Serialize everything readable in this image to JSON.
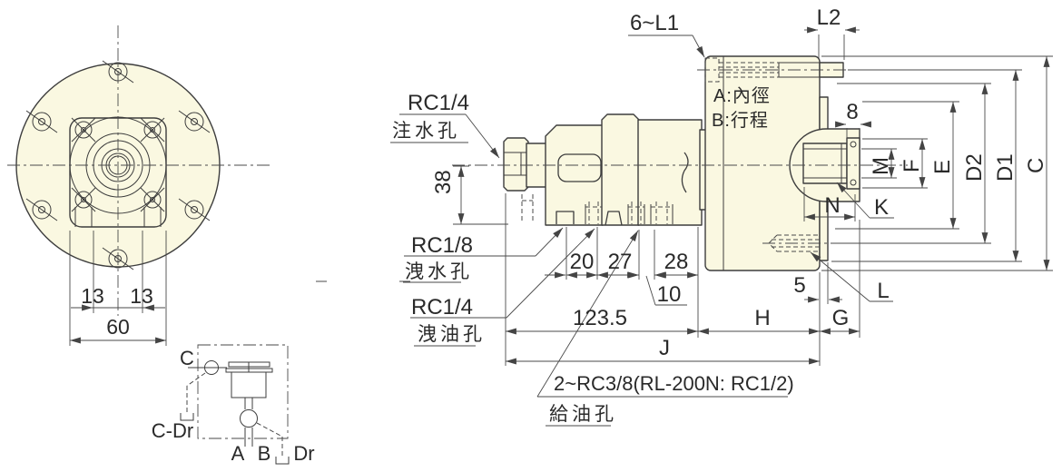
{
  "front_view": {
    "dim_13_left": "13",
    "dim_13_right": "13",
    "dim_60": "60"
  },
  "schematic": {
    "c": "C",
    "c_dr": "C-Dr",
    "a": "A",
    "b": "B",
    "dr": "Dr"
  },
  "side_view": {
    "ports": {
      "inject_spec": "RC1/4",
      "inject_name": "注水孔",
      "drain_water_spec": "RC1/8",
      "drain_water_name": "洩水孔",
      "drain_oil_spec": "RC1/4",
      "drain_oil_name": "洩油孔",
      "supply_spec": "2~RC3/8(RL-200N: RC1/2)",
      "supply_name": "給油孔",
      "bolt_spec": "6~L1"
    },
    "notes": {
      "bore": "A:內徑",
      "stroke": "B:行程"
    },
    "dims": {
      "v38": "38",
      "v20": "20",
      "v27": "27",
      "v28": "28",
      "v10": "10",
      "len": "123.5",
      "h": "H",
      "g": "G",
      "j": "J",
      "v5": "5",
      "l2": "L2",
      "v8": "8",
      "m": "M",
      "f": "F",
      "e": "E",
      "d2": "D2",
      "d1": "D1",
      "c": "C",
      "n": "N",
      "k": "K",
      "l": "L"
    }
  },
  "colors": {
    "body_fill": "#FAF8E1",
    "outline": "#3D3D3D",
    "dim_line": "#4A4A4A"
  }
}
